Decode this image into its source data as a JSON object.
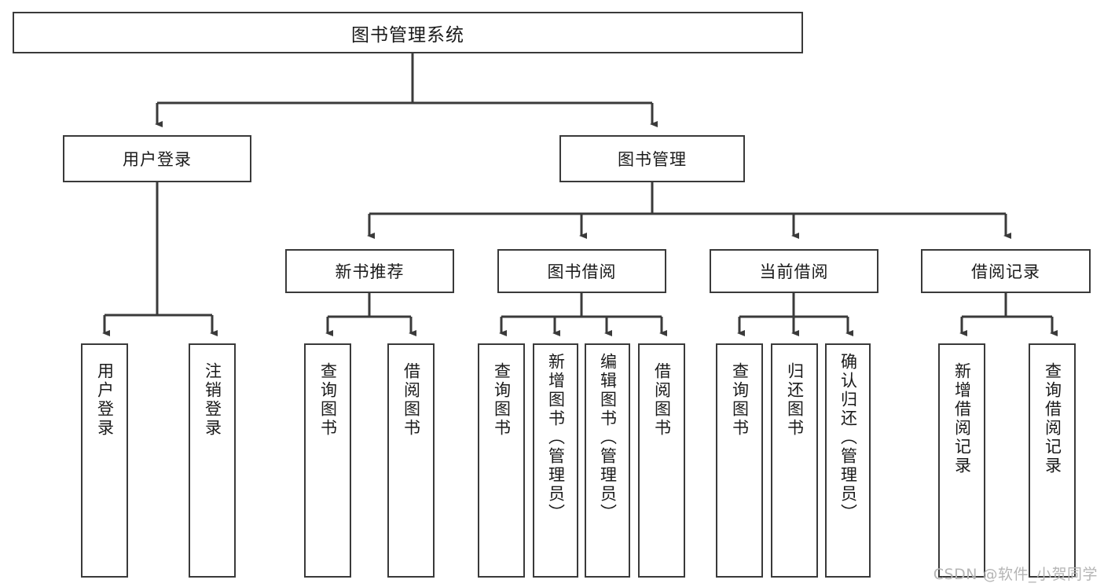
{
  "diagram": {
    "title_box": {
      "label": "图书管理系统"
    },
    "level2": [
      {
        "id": "user-login",
        "label": "用户登录"
      },
      {
        "id": "book-management",
        "label": "图书管理"
      }
    ],
    "level3": [
      {
        "id": "new-book-recommend",
        "label": "新书推荐",
        "parent": "book-management"
      },
      {
        "id": "book-borrow",
        "label": "图书借阅",
        "parent": "book-management"
      },
      {
        "id": "current-borrow",
        "label": "当前借阅",
        "parent": "book-management"
      },
      {
        "id": "borrow-record",
        "label": "借阅记录",
        "parent": "book-management"
      }
    ],
    "leaves": [
      {
        "id": "leaf-user-login",
        "label": "用户登录",
        "parent": "user-login"
      },
      {
        "id": "leaf-logout",
        "label": "注销登录",
        "parent": "user-login"
      },
      {
        "id": "leaf-query-book-1",
        "label": "查询图书",
        "parent": "new-book-recommend"
      },
      {
        "id": "leaf-borrow-book-1",
        "label": "借阅图书",
        "parent": "new-book-recommend"
      },
      {
        "id": "leaf-query-book-2",
        "label": "查询图书",
        "parent": "book-borrow"
      },
      {
        "id": "leaf-add-book",
        "label": "新增图书（管理员）",
        "parent": "book-borrow"
      },
      {
        "id": "leaf-edit-book",
        "label": "编辑图书（管理员）",
        "parent": "book-borrow"
      },
      {
        "id": "leaf-borrow-book-2",
        "label": "借阅图书",
        "parent": "book-borrow"
      },
      {
        "id": "leaf-query-book-3",
        "label": "查询图书",
        "parent": "current-borrow"
      },
      {
        "id": "leaf-return-book",
        "label": "归还图书",
        "parent": "current-borrow"
      },
      {
        "id": "leaf-confirm-return",
        "label": "确认归还（管理员）",
        "parent": "current-borrow"
      },
      {
        "id": "leaf-add-record",
        "label": "新增借阅记录",
        "parent": "borrow-record"
      },
      {
        "id": "leaf-query-record",
        "label": "查询借阅记录",
        "parent": "borrow-record"
      }
    ],
    "watermark": "CSDN @软件_小贺同学",
    "colors": {
      "stroke": "#3a3a3a",
      "fill": "#ffffff",
      "text": "#1a1a1a",
      "watermark": "#b5b5b5"
    }
  }
}
